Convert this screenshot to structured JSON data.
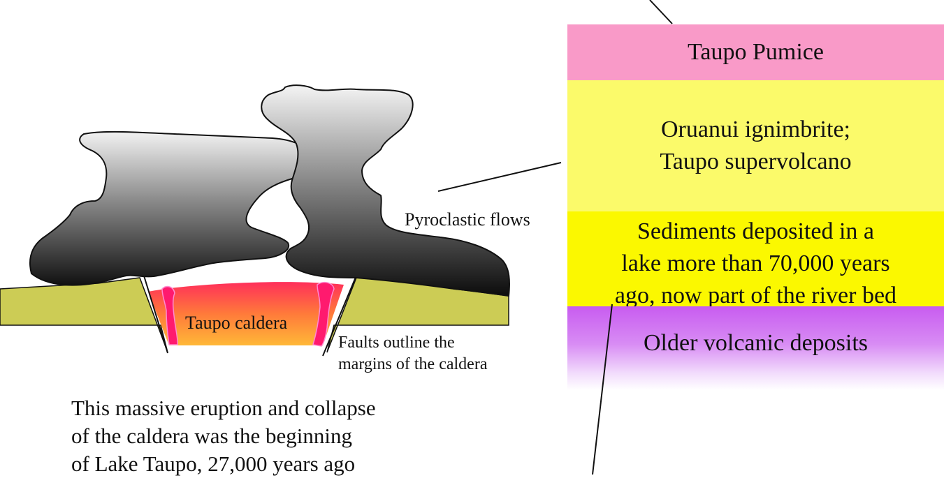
{
  "strata": {
    "taupo_pumice": "Taupo Pumice",
    "ignimbrite": "Oruanui ignimbrite;\nTaupo supervolcano",
    "sediments": "Sediments deposited in a\nlake more than 70,000 years\nago, now part of the river bed",
    "older": "Older volcanic deposits"
  },
  "labels": {
    "pyroclastic": "Pyroclastic flows",
    "caldera": "Taupo caldera",
    "faults": "Faults outline the\nmargins of the caldera",
    "caption": "This massive eruption and collapse\nof the caldera was the beginning\nof Lake Taupo, 27,000 years ago"
  },
  "colors": {
    "pumice": "#f99ac8",
    "ignimbrite": "#fbfa6a",
    "sediments": "#fbf800",
    "older": "#c85cf0",
    "ground": "#cccc55",
    "magma": "#ff1a6e",
    "caldera_fill": "#ff5060",
    "plume_dark": "#111111",
    "plume_light": "#f2f2f2"
  }
}
